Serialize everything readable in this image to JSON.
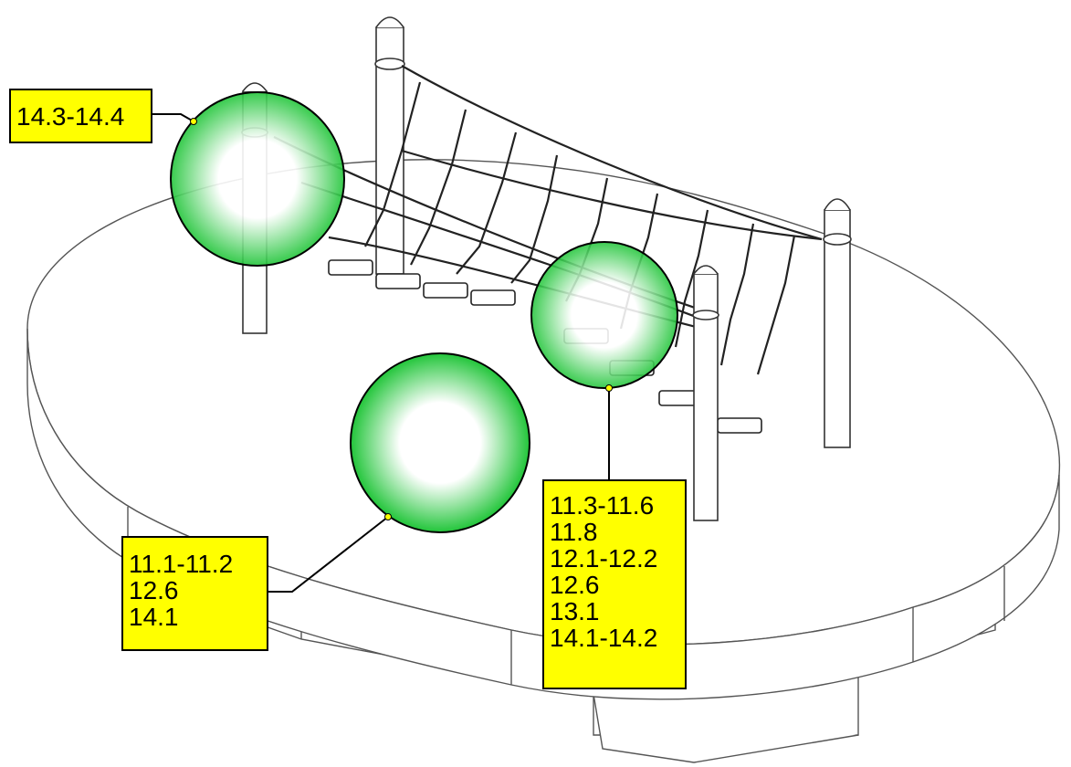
{
  "colors": {
    "callout_fill": "#ffff00",
    "callout_border": "#000000",
    "highlight_green": "#22c53a",
    "line_art": "#333333",
    "background": "#ffffff"
  },
  "callouts": {
    "top_left": {
      "lines": [
        "14.3-14.4"
      ]
    },
    "bottom_left": {
      "lines": [
        "11.1-11.2",
        "12.6",
        "14.1"
      ]
    },
    "right": {
      "lines": [
        "11.3-11.6",
        "11.8",
        "12.1-12.2",
        "12.6",
        "13.1",
        "14.1-14.2"
      ]
    }
  },
  "highlights": [
    {
      "name": "left post top fittings",
      "icon": "green-highlight-circle"
    },
    {
      "name": "ground surface",
      "icon": "green-highlight-circle"
    },
    {
      "name": "net and footplates",
      "icon": "green-highlight-circle"
    }
  ]
}
